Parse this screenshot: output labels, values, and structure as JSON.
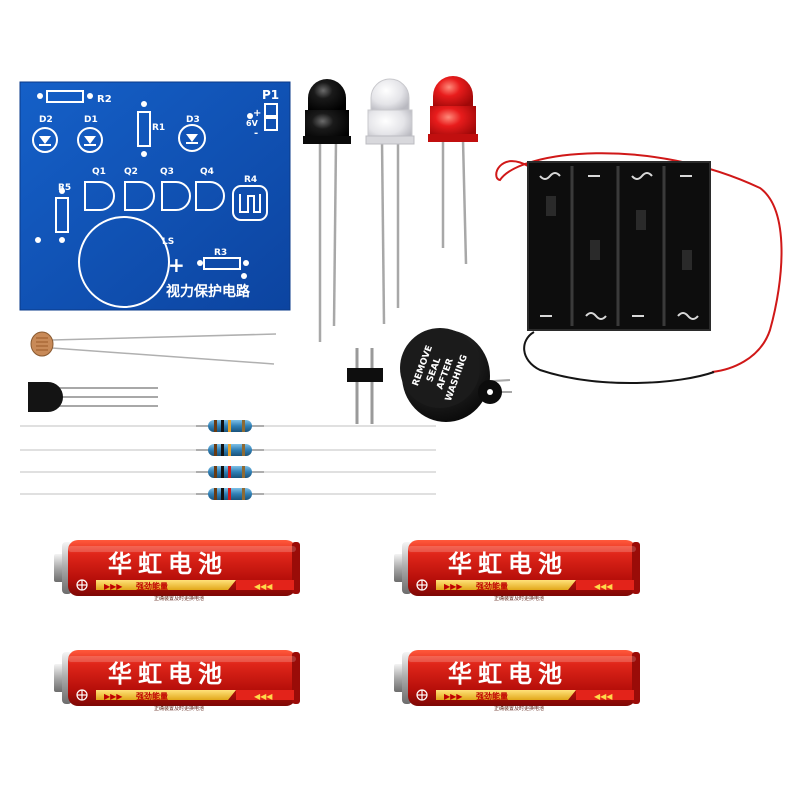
{
  "pcb": {
    "labels": {
      "r2": "R2",
      "p1": "P1",
      "plus": "+",
      "v6": "6V",
      "minus": "-",
      "d2": "D2",
      "d1": "D1",
      "r1": "R1",
      "d3": "D3",
      "q1": "Q1",
      "q2": "Q2",
      "q3": "Q3",
      "q4": "Q4",
      "r5": "R5",
      "r4": "R4",
      "ls": "LS",
      "ls_plus": "+",
      "r3": "R3"
    },
    "title": "视力保护电路",
    "colors": {
      "board": "#0f4fb0",
      "silk": "#ffffff"
    }
  },
  "leds": [
    {
      "color": "#151515"
    },
    {
      "color": "#e8e8ea"
    },
    {
      "color": "#e21c1c"
    }
  ],
  "buzzer": {
    "sticker_lines": [
      "REMOVE",
      "SEAL",
      "AFTER",
      "WASHING"
    ]
  },
  "batteries": [
    {
      "brand": "华虹电池",
      "strip": "强劲能量",
      "fine_print": "正确装置及时更换电池"
    },
    {
      "brand": "华虹电池",
      "strip": "强劲能量",
      "fine_print": "正确装置及时更换电池"
    },
    {
      "brand": "华虹电池",
      "strip": "强劲能量",
      "fine_print": "正确装置及时更换电池"
    },
    {
      "brand": "华虹电池",
      "strip": "强劲能量",
      "fine_print": "正确装置及时更换电池"
    }
  ],
  "colors": {
    "battery_red": "#c8160f",
    "battery_strip": "#f4c430"
  }
}
